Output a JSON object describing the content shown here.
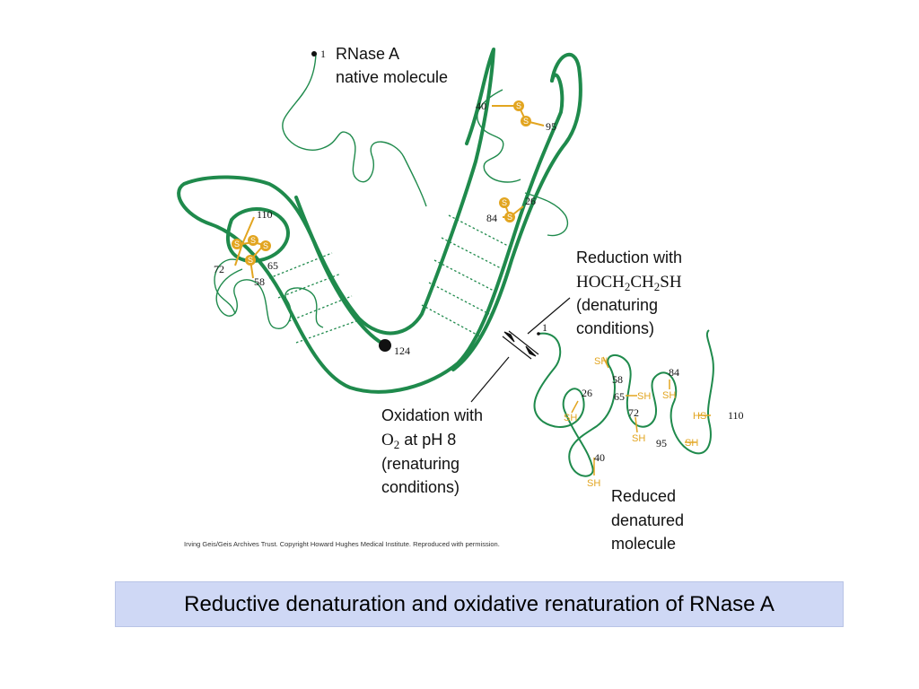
{
  "native_label": {
    "line1": "RNase A",
    "line2": "native molecule"
  },
  "native_residues": {
    "r1": "1",
    "r40": "40",
    "r95": "95",
    "r26": "26",
    "r84": "84",
    "r110": "110",
    "r72": "72",
    "r65": "65",
    "r58": "58",
    "r124": "124"
  },
  "disulfide_symbol": "S",
  "reduction": {
    "line1": "Reduction with",
    "formula_a": "HOCH",
    "formula_sub1": "2",
    "formula_b": "CH",
    "formula_sub2": "2",
    "formula_c": "SH",
    "line3": "(denaturing",
    "line4": "conditions)"
  },
  "oxidation": {
    "line1": "Oxidation with",
    "o2_o": "O",
    "o2_sub": "2",
    "o2_rest": " at pH 8",
    "line3": "(renaturing",
    "line4": "conditions)"
  },
  "reduced_label": {
    "line1": "Reduced",
    "line2": "denatured",
    "line3": "molecule"
  },
  "reduced_residues": {
    "r1": "1",
    "r26": "26",
    "r40": "40",
    "r58": "58",
    "r65": "65",
    "r72": "72",
    "r84": "84",
    "r95": "95",
    "r110": "110"
  },
  "sulfhydryl": {
    "sh": "SH",
    "hs": "HS"
  },
  "credit": "Irving Geis/Geis Archives Trust. Copyright Howard Hughes Medical Institute. Reproduced with permission.",
  "caption": "Reductive denaturation and oxidative renaturation of RNase A",
  "colors": {
    "chain": "#1f8a4c",
    "disulfide": "#e2a520",
    "caption_bg": "#cfd8f5"
  }
}
